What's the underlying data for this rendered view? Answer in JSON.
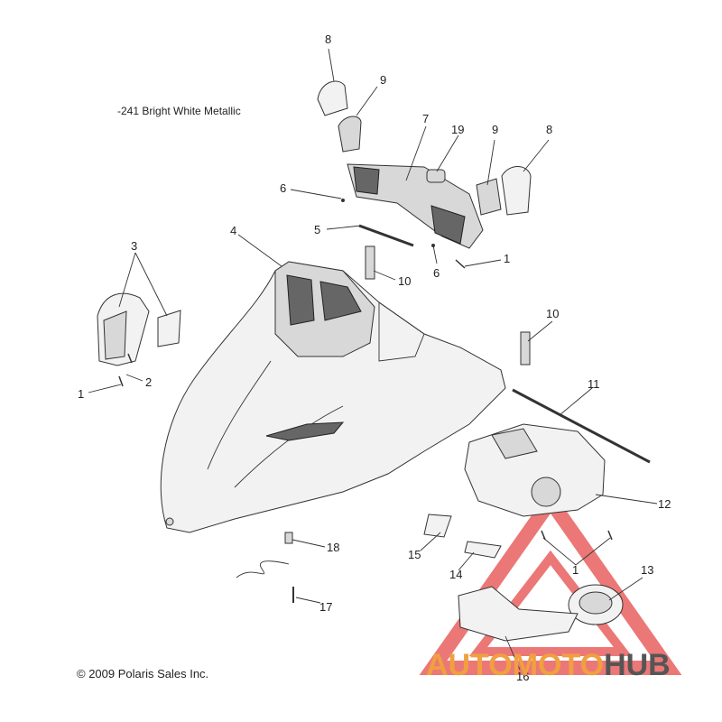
{
  "note": "-241  Bright White Metallic",
  "copyright": "© 2009 Polaris Sales Inc.",
  "callouts": {
    "c8a": "8",
    "c9a": "9",
    "c7": "7",
    "c19": "19",
    "c9b": "9",
    "c8b": "8",
    "c6a": "6",
    "c5": "5",
    "c6b": "6",
    "c1a": "1",
    "c4": "4",
    "c3": "3",
    "c10a": "10",
    "c10b": "10",
    "c2": "2",
    "c1b": "1",
    "c11": "11",
    "c12": "12",
    "c18": "18",
    "c15": "15",
    "c14": "14",
    "c1c": "1",
    "c13": "13",
    "c17": "17",
    "c16": "16"
  },
  "watermark": {
    "part1": "AUTOMOTO",
    "part2": "HUB",
    "color1": "#f0a040",
    "color2": "#555555",
    "triangle_color": "#e64a4a"
  }
}
